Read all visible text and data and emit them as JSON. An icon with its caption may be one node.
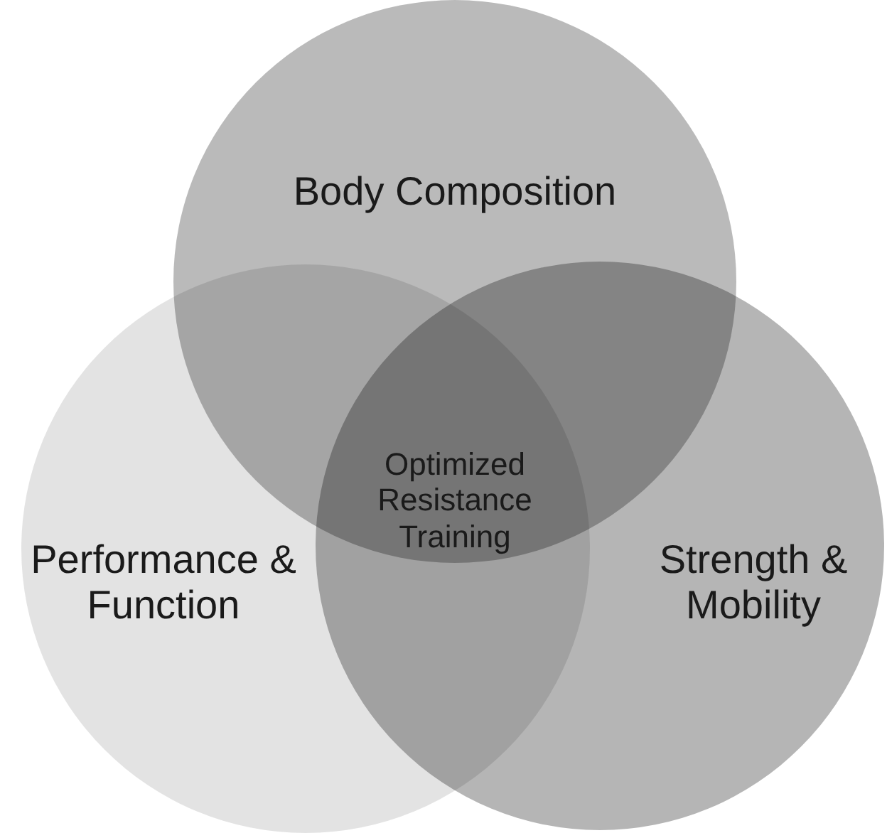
{
  "diagram": {
    "nodes": [
      {
        "text": [
          "Body Composition"
        ]
      },
      {
        "text": [
          "Performance & Function"
        ]
      },
      {
        "text": [
          "Strength & Mobility"
        ]
      },
      {
        "text": [
          "Optimized Resistance Training"
        ]
      }
    ],
    "edges": []
  }
}
